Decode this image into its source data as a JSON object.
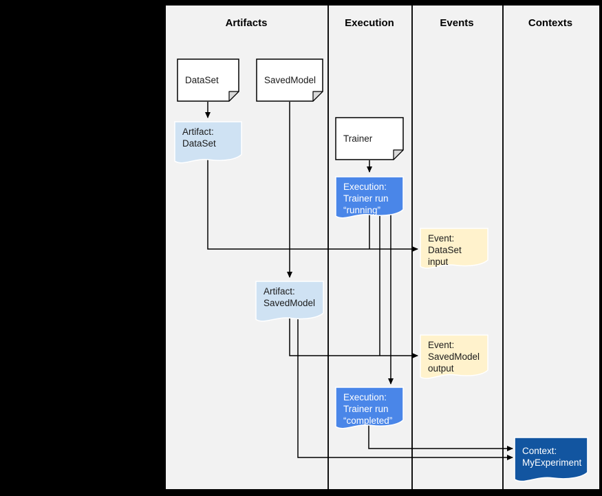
{
  "lanes": {
    "artifacts": "Artifacts",
    "execution": "Execution",
    "events": "Events",
    "contexts": "Contexts"
  },
  "nodes": {
    "dataset_doc": {
      "text": "DataSet"
    },
    "savedmodel_doc": {
      "text": "SavedModel"
    },
    "trainer_doc": {
      "text": "Trainer"
    },
    "artifact_dataset": {
      "text": "Artifact:\nDataSet"
    },
    "execution_running": {
      "text": "Execution:\nTrainer run\n“running”"
    },
    "event_dataset_input": {
      "text": "Event:\nDataSet input"
    },
    "artifact_savedmodel": {
      "text": "Artifact:\nSavedModel"
    },
    "event_savedmodel_output": {
      "text": "Event:\nSavedModel\noutput"
    },
    "execution_completed": {
      "text": "Execution:\nTrainer run\n“completed”"
    },
    "context_myexperiment": {
      "text": "Context:\nMyExperiment"
    }
  },
  "colors": {
    "artifact_fill": "#cfe2f3",
    "execution_fill": "#4a86e8",
    "event_fill": "#fff2cc",
    "context_fill": "#1255a0",
    "document_fill": "#ffffff",
    "document_fold_fill": "#d9d9d9",
    "lane_background": "#f2f2f2",
    "line_color": "#000000"
  }
}
